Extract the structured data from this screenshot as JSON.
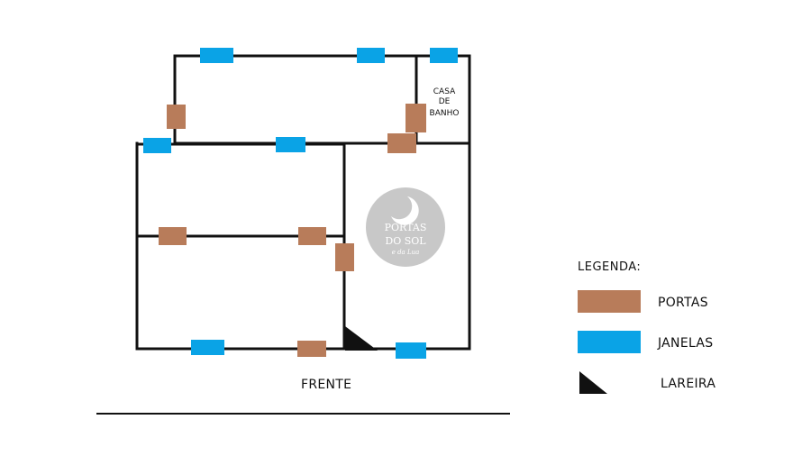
{
  "bathroom_label": [
    "CASA",
    "DE",
    "BANHO"
  ],
  "front_label": "FRENTE",
  "logo": {
    "line1": "PORTAS",
    "line2": "DO SOL",
    "line3": "e da Lua"
  },
  "legend": {
    "title": "LEGENDA:",
    "doors": "PORTAS",
    "windows": "JANELAS",
    "fireplace": "LAREIRA"
  },
  "colors": {
    "door": "#b87c5a",
    "window": "#0aa3e6",
    "wall": "#111111"
  }
}
